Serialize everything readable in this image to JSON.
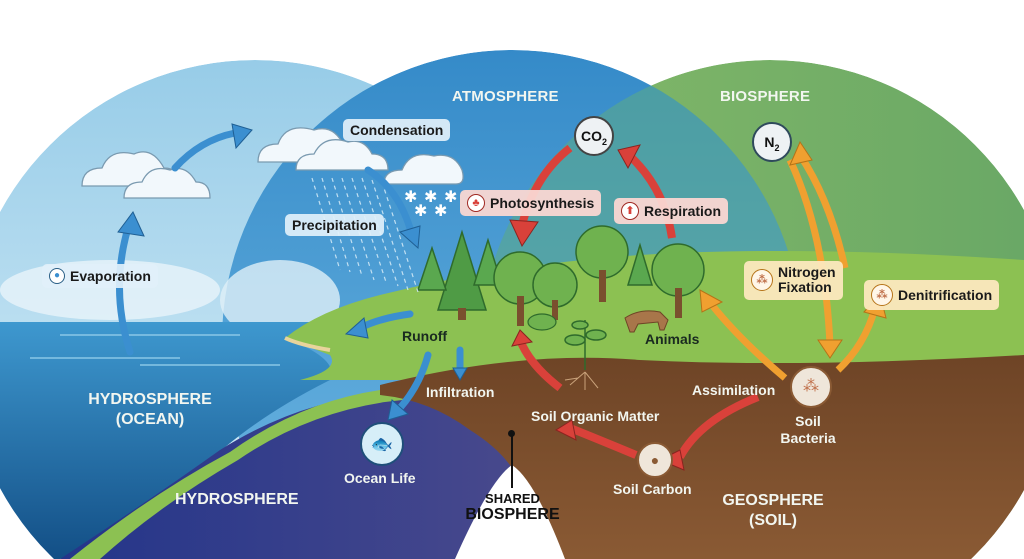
{
  "spheres": {
    "atmosphere": "ATMOSPHERE",
    "biosphere": "BIOSPHERE",
    "hydrosphere_ocean_line1": "HYDROSPHERE",
    "hydrosphere_ocean_line2": "(OCEAN)",
    "hydrosphere": "HYDROSPHERE",
    "geosphere_line1": "GEOSPHERE",
    "geosphere_line2": "(SOIL)",
    "shared_line1": "SHARED",
    "shared_line2": "BIOSPHERE"
  },
  "water_cycle": {
    "evaporation": "Evaporation",
    "condensation": "Condensation",
    "precipitation": "Precipitation",
    "runoff": "Runoff",
    "infiltration": "Infiltration",
    "ocean_life": "Ocean Life"
  },
  "carbon_cycle": {
    "co2": "CO",
    "co2_sub": "2",
    "photosynthesis": "Photosynthesis",
    "respiration": "Respiration",
    "soil_organic_matter": "Soil Organic Matter",
    "soil_carbon": "Soil Carbon",
    "animals": "Animals"
  },
  "nitrogen_cycle": {
    "n2": "N",
    "n2_sub": "2",
    "nitrogen_fixation_line1": "Nitrogen",
    "nitrogen_fixation_line2": "Fixation",
    "denitrification": "Denitrification",
    "assimilation": "Assimilation",
    "soil_bacteria_line1": "Soil",
    "soil_bacteria_line2": "Bacteria"
  },
  "colors": {
    "ocean_sky": "#a9d6ec",
    "atmosphere": "#3f93cc",
    "biosphere": "#7db36a",
    "ocean": "#1e6fa8",
    "deep_water": "#283b8c",
    "soil": "#7a4f2e",
    "grass": "#8cc152",
    "carbon_arrow": "#d9413a",
    "nitrogen_arrow": "#f0a030",
    "water_arrow": "#3b8fd0"
  }
}
